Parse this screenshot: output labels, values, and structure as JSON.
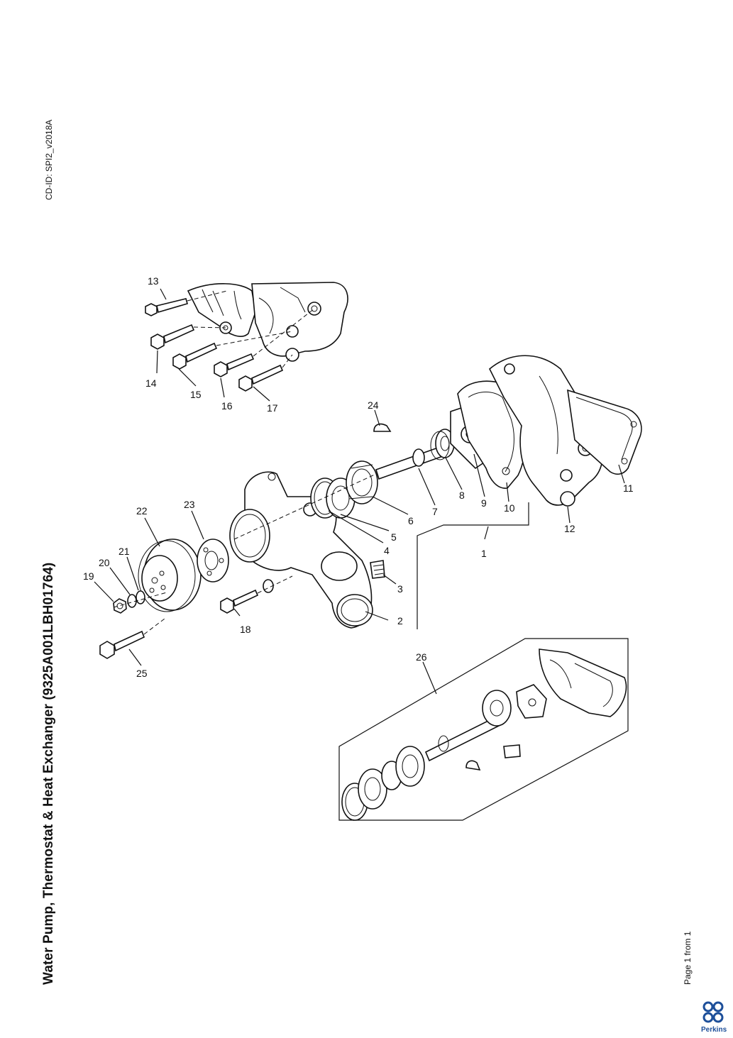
{
  "document": {
    "title": "Water Pump, Thermostat & Heat Exchanger (9325A001LBH01764)",
    "cd_id": "CD-ID: SPI2_v2018A",
    "page_info": "Page 1 from 1",
    "brand": "Perkins"
  },
  "callouts": {
    "c1": "1",
    "c2": "2",
    "c3": "3",
    "c4": "4",
    "c5": "5",
    "c6": "6",
    "c7": "7",
    "c8": "8",
    "c9": "9",
    "c10": "10",
    "c11": "11",
    "c12": "12",
    "c13": "13",
    "c14": "14",
    "c15": "15",
    "c16": "16",
    "c17": "17",
    "c18": "18",
    "c19": "19",
    "c20": "20",
    "c21": "21",
    "c22": "22",
    "c23": "23",
    "c24": "24",
    "c25": "25",
    "c26": "26"
  },
  "colors": {
    "ink": "#111111",
    "brand_blue": "#1d4f9a"
  }
}
